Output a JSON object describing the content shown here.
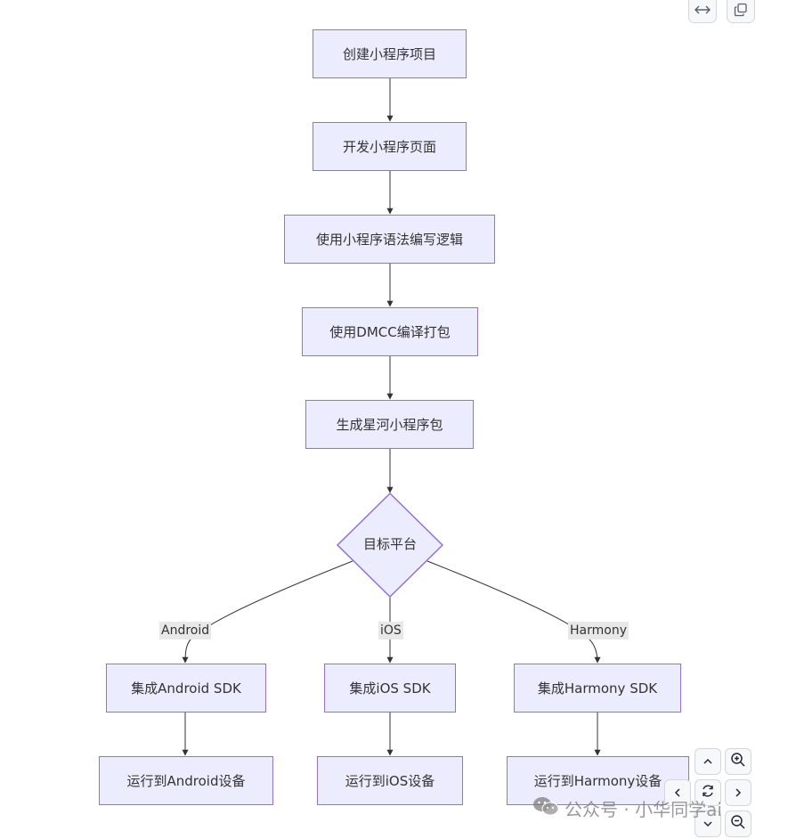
{
  "toolbar": {
    "expand_icon": "arrows-horizontal-icon",
    "copy_icon": "copy-icon"
  },
  "diagram": {
    "nodes": {
      "n1": "创建小程序项目",
      "n2": "开发小程序页面",
      "n3": "使用小程序语法编写逻辑",
      "n4": "使用DMCC编译打包",
      "n5": "生成星河小程序包",
      "decision": "目标平台",
      "android_sdk": "集成Android SDK",
      "ios_sdk": "集成iOS SDK",
      "harmony_sdk": "集成Harmony SDK",
      "android_run": "运行到Android设备",
      "ios_run": "运行到iOS设备",
      "harmony_run": "运行到Harmony设备"
    },
    "edge_labels": {
      "android": "Android",
      "ios": "iOS",
      "harmony": "Harmony"
    },
    "colors": {
      "node_fill": "#ececff",
      "node_border": "#9370db",
      "edge": "#333333",
      "edge_label_bg": "#e8e8e8"
    }
  },
  "controls": {
    "up": "chevron-up-icon",
    "zoom_in": "zoom-in-icon",
    "left": "chevron-left-icon",
    "reset": "reset-icon",
    "right": "chevron-right-icon",
    "down": "chevron-down-icon",
    "zoom_out": "zoom-out-icon"
  },
  "watermark": {
    "text": "公众号 · 小华同学ai",
    "icon": "wechat-icon"
  }
}
